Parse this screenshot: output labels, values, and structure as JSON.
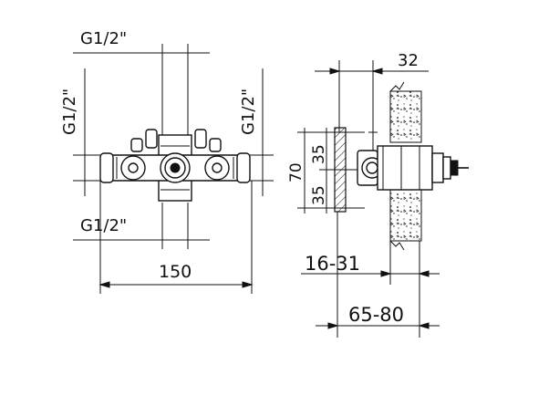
{
  "front_view": {
    "top_label": "G1/2\"",
    "bottom_label": "G1/2\"",
    "left_label": "G1/2\"",
    "right_label": "G1/2\"",
    "width_label": "150"
  },
  "side_view": {
    "top_label": "32",
    "height_total": "70",
    "height_upper": "35",
    "height_lower": "35",
    "depth_short": "16-31",
    "depth_long": "65-80"
  },
  "colors": {
    "line": "#111111",
    "background": "#ffffff"
  }
}
